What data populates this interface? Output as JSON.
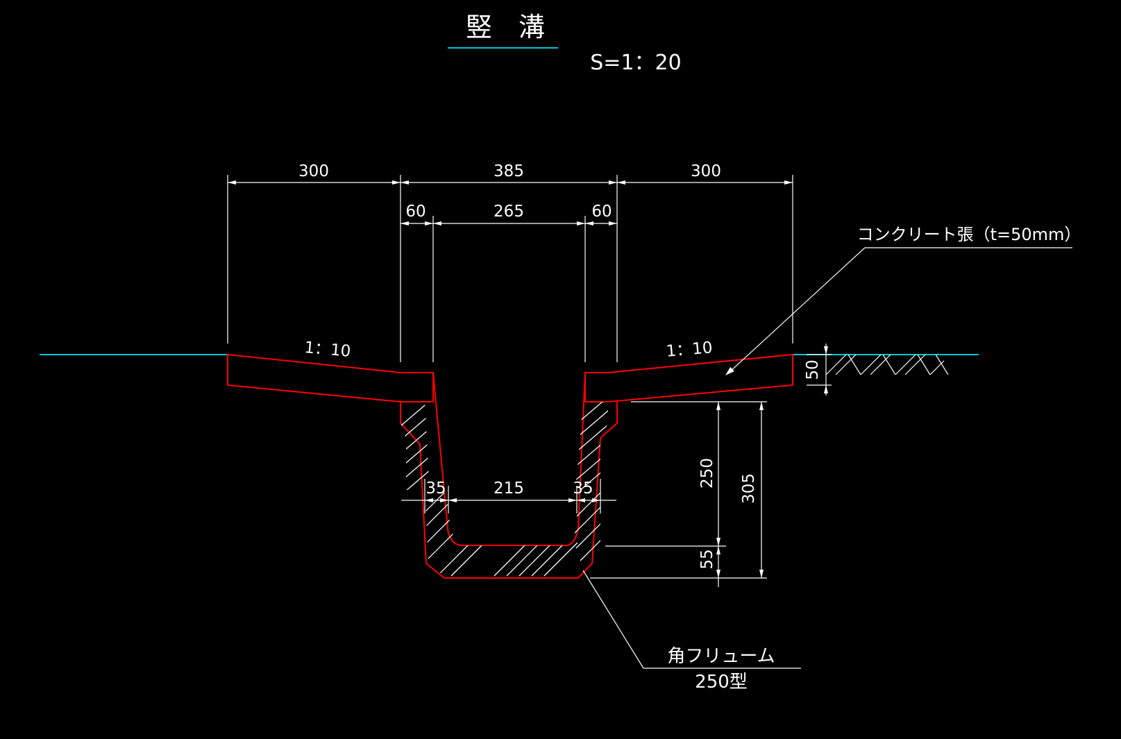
{
  "title": "竪　溝",
  "scale": "S=1：20",
  "colors": {
    "background": "#000000",
    "outline": "#ff0000",
    "ground_line": "#00c8d2",
    "dimension": "#ffffff",
    "text": "#ffffff"
  },
  "dimensions": {
    "top_left_width": "300",
    "top_center_width": "385",
    "top_right_width": "300",
    "left_wall": "60",
    "inner_top_width": "265",
    "right_wall": "60",
    "slope_left": "1：10",
    "slope_right": "1：10",
    "pavement_thickness": "50",
    "flume_side_left": "35",
    "flume_inner_bottom": "215",
    "flume_side_right": "35",
    "flume_inner_depth": "250",
    "flume_total_depth": "305",
    "flume_base": "55"
  },
  "annotations": {
    "pavement_note": "コンクリート張（t=50mm）",
    "flume_name": "角フリューム",
    "flume_type": "250型"
  }
}
